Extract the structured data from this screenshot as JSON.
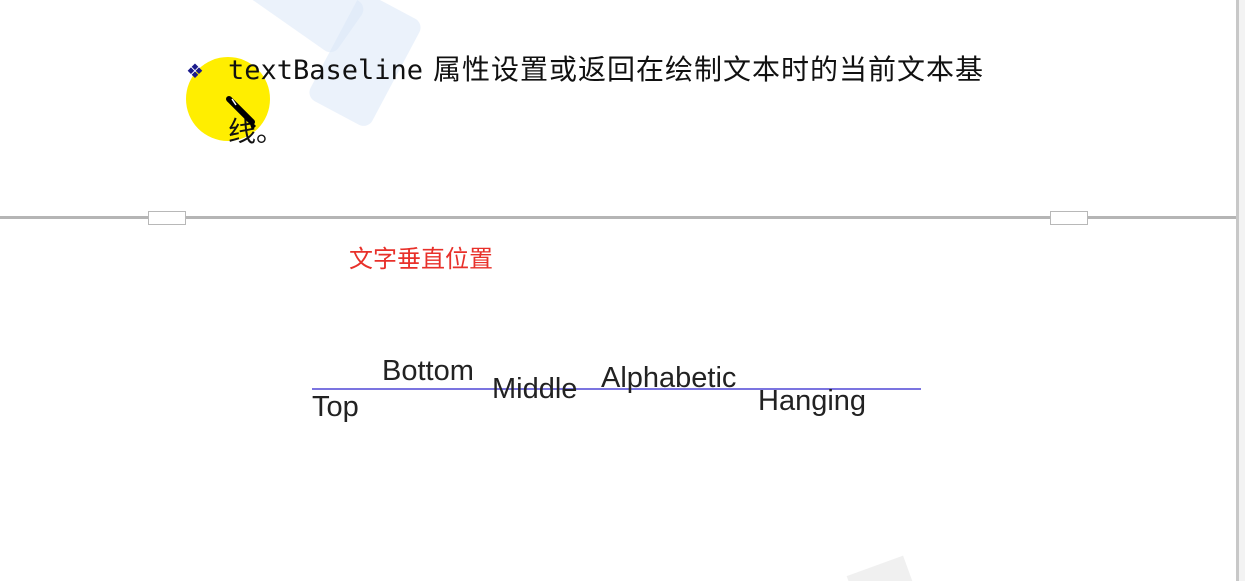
{
  "slide": {
    "bullet_symbol": "❖",
    "code_term": "textBaseline",
    "description_line1": " 属性设置或返回在绘制文本时的当前文本基",
    "description_line2": "线。"
  },
  "canvas_demo": {
    "heading": "文字垂直位置",
    "labels": {
      "top": "Top",
      "bottom": "Bottom",
      "middle": "Middle",
      "alphabetic": "Alphabetic",
      "hanging": "Hanging"
    },
    "colors": {
      "heading": "#e8302a",
      "baseline_line": "#7b74e0"
    }
  },
  "icons": {
    "cursor": "pen-cursor-icon",
    "highlight": "cursor-highlight"
  }
}
